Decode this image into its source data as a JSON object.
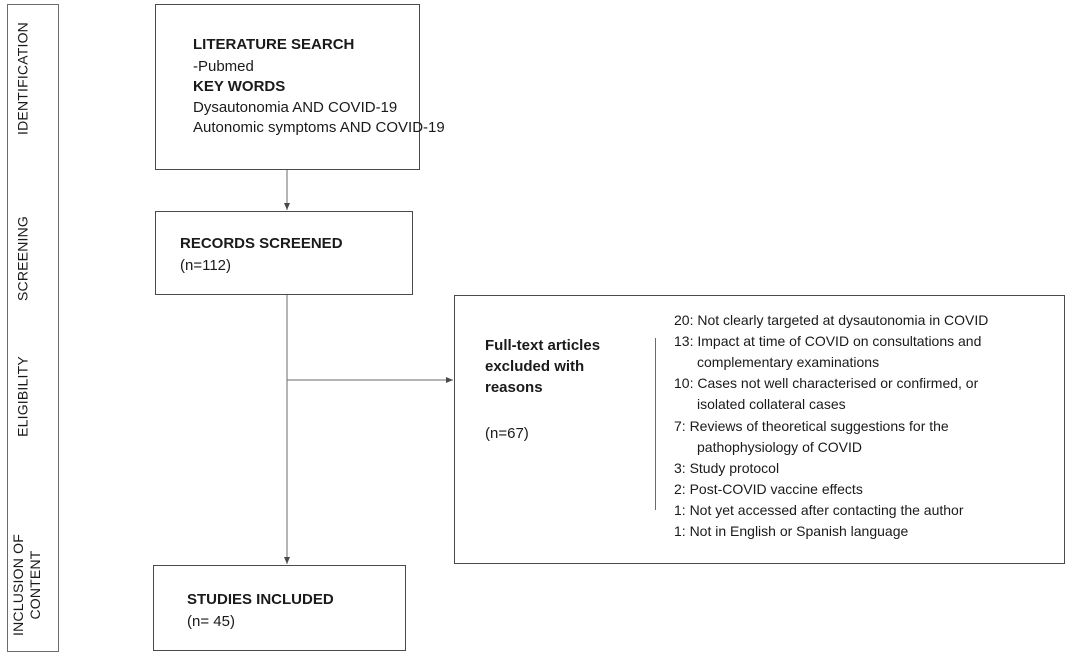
{
  "stages": {
    "identification": "IDENTIFICATION",
    "screening": "SCREENING",
    "eligibility": "ELIGIBILITY",
    "inclusion_line1": "INCLUSION OF",
    "inclusion_line2": "CONTENT"
  },
  "identification_box": {
    "heading1": "LITERATURE SEARCH",
    "source": "-Pubmed",
    "heading2": "KEY WORDS",
    "kw1": "Dysautonomia AND COVID-19",
    "kw2": "Autonomic symptoms AND COVID-19"
  },
  "screening_box": {
    "heading": "RECORDS SCREENED",
    "count": "(n=112)"
  },
  "excluded_box": {
    "heading_line1": "Full-text articles",
    "heading_line2": "excluded with",
    "heading_line3": "reasons",
    "count": "(n=67)",
    "reasons": [
      "20: Not clearly targeted at dysautonomia in COVID",
      "13: Impact at time of COVID on consultations and",
      "complementary examinations",
      "10: Cases not well characterised or confirmed, or",
      "isolated collateral cases",
      "7: Reviews of theoretical suggestions for the",
      "pathophysiology of COVID",
      "3: Study protocol",
      "2: Post-COVID vaccine effects",
      "1: Not yet accessed after contacting the author",
      "1: Not in English or Spanish language"
    ]
  },
  "included_box": {
    "heading": "STUDIES INCLUDED",
    "count": "(n= 45)"
  }
}
